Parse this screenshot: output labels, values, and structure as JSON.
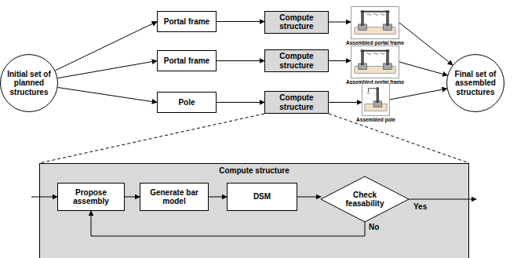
{
  "diagram": {
    "nodes": [
      {
        "text": [
          "Initial set of planned structures"
        ]
      },
      {
        "text": [
          "Portal frame"
        ]
      },
      {
        "text": [
          "Compute structure"
        ]
      },
      {
        "text": [
          "Assembled portal frame"
        ]
      },
      {
        "text": [
          "Portal frame"
        ]
      },
      {
        "text": [
          "Compute structure"
        ]
      },
      {
        "text": [
          "Assembled portal frame"
        ]
      },
      {
        "text": [
          "Pole"
        ]
      },
      {
        "text": [
          "Compute structure"
        ]
      },
      {
        "text": [
          "Assembled pole"
        ]
      },
      {
        "text": [
          "Final set of assembled structures"
        ]
      },
      {
        "text": [
          "Compute structure"
        ]
      },
      {
        "text": [
          "Propose assembly"
        ],
        "in": 11
      },
      {
        "text": [
          "Generate bar model"
        ],
        "in": 11
      },
      {
        "text": [
          "DSM"
        ],
        "in": 11
      },
      {
        "text": [
          "Check feasability"
        ],
        "in": 11
      }
    ],
    "edges": [
      {
        "from": 0,
        "to": 1,
        "arrow": "to"
      },
      {
        "from": 0,
        "to": 4,
        "arrow": "to"
      },
      {
        "from": 0,
        "to": 7,
        "arrow": "to"
      },
      {
        "from": 1,
        "to": 2,
        "arrow": "to"
      },
      {
        "from": 2,
        "to": 3,
        "arrow": "to"
      },
      {
        "from": 3,
        "to": 10,
        "arrow": "to"
      },
      {
        "from": 4,
        "to": 5,
        "arrow": "to"
      },
      {
        "from": 5,
        "to": 6,
        "arrow": "to"
      },
      {
        "from": 6,
        "to": 10,
        "arrow": "to"
      },
      {
        "from": 7,
        "to": 8,
        "arrow": "to"
      },
      {
        "from": 8,
        "to": 9,
        "arrow": "to"
      },
      {
        "from": 9,
        "to": 10,
        "arrow": "to"
      },
      {
        "from": 8,
        "to": 11,
        "arrow": "none"
      },
      {
        "from": 12,
        "to": 13,
        "arrow": "to"
      },
      {
        "from": 13,
        "to": 14,
        "arrow": "to"
      },
      {
        "from": 14,
        "to": 15,
        "arrow": "to"
      },
      {
        "from": 15,
        "to": 12,
        "label": "No",
        "arrow": "to"
      }
    ],
    "labels": [
      "Yes"
    ]
  }
}
